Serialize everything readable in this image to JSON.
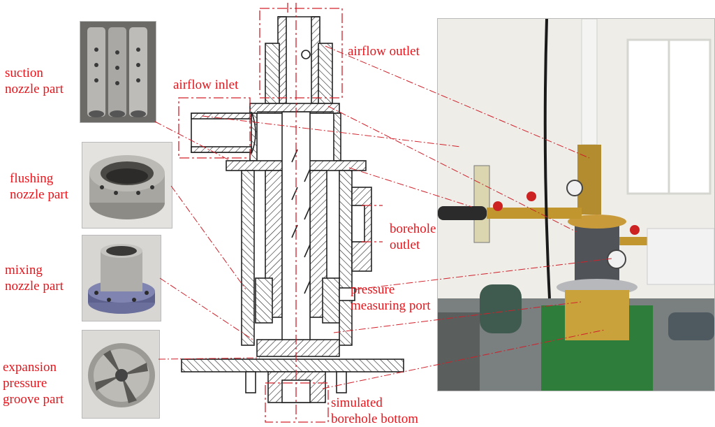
{
  "labels": {
    "suction_line1": "suction",
    "suction_line2": "nozzle part",
    "flushing_line1": "flushing",
    "flushing_line2": "nozzle part",
    "mixing_line1": "mixing",
    "mixing_line2": "nozzle part",
    "expansion_line1": "expansion",
    "expansion_line2": "pressure",
    "expansion_line3": "groove part",
    "airflow_inlet": "airflow inlet",
    "airflow_outlet": "airflow outlet",
    "borehole_outlet_line1": "borehole",
    "borehole_outlet_line2": "outlet",
    "pressure_port_line1": "pressure",
    "pressure_port_line2": "measuring port",
    "borehole_bottom_line1": "simulated",
    "borehole_bottom_line2": "borehole bottom"
  },
  "colors": {
    "label_red": "#e8141b",
    "leader_red": "#d0202a",
    "hatch": "#222222"
  }
}
